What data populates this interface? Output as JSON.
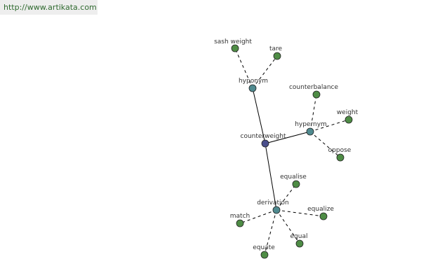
{
  "header": {
    "url": "http://www.artikata.com"
  },
  "colors": {
    "center": "#4b4f8c",
    "relation": "#4f8a8f",
    "leaf": "#4e8c45"
  },
  "graph": {
    "center": "counterweight",
    "relations": [
      {
        "id": "hyponym",
        "label": "hyponym",
        "children": [
          "sash weight",
          "tare"
        ]
      },
      {
        "id": "hypernym",
        "label": "hypernym",
        "children": [
          "counterbalance",
          "weight",
          "oppose"
        ]
      },
      {
        "id": "derivation",
        "label": "derivation",
        "children": [
          "equalise",
          "equalize",
          "equal",
          "equate",
          "match"
        ]
      }
    ]
  }
}
